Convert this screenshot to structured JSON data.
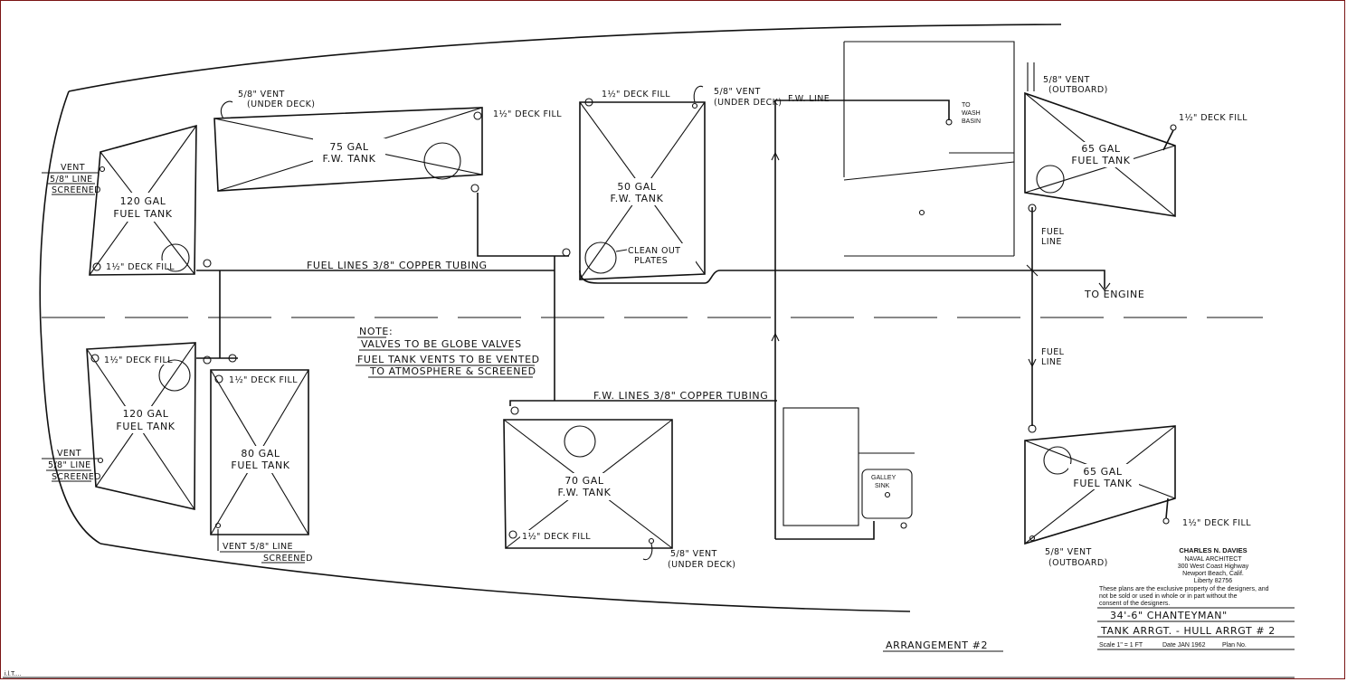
{
  "tanks": {
    "fuel_fwd_stbd": {
      "cap": "120 GAL",
      "type": "FUEL TANK",
      "fill": "1½\" DECK FILL"
    },
    "fw_75": {
      "cap": "75 GAL",
      "type": "F.W. TANK",
      "vent": "5/8\" VENT",
      "vent_sub": "(UNDER DECK)",
      "fill": "1½\" DECK FILL"
    },
    "fw_50": {
      "cap": "50 GAL",
      "type": "F.W. TANK",
      "fill": "1½\" DECK FILL",
      "vent": "5/8\" VENT",
      "vent_sub": "(UNDER DECK)",
      "cleanout": "CLEAN OUT",
      "cleanout2": "PLATES"
    },
    "fuel_aft_stbd": {
      "cap": "65 GAL",
      "type": "FUEL TANK",
      "vent": "5/8\" VENT",
      "vent_sub": "(OUTBOARD)",
      "fill": "1½\" DECK FILL"
    },
    "fuel_fwd_port": {
      "cap": "120 GAL",
      "type": "FUEL TANK",
      "fill": "1½\" DECK FILL"
    },
    "fuel_80": {
      "cap": "80 GAL",
      "type": "FUEL TANK",
      "fill": "1½\" DECK FILL",
      "vent": "VENT 5/8\" LINE",
      "vent_sub": "SCREENED"
    },
    "fw_70": {
      "cap": "70 GAL",
      "type": "F.W. TANK",
      "fill": "1½\" DECK FILL",
      "vent": "5/8\" VENT",
      "vent_sub": "(UNDER DECK)"
    },
    "fuel_aft_port": {
      "cap": "65 GAL",
      "type": "FUEL TANK",
      "vent": "5/8\" VENT",
      "vent_sub": "(OUTBOARD)",
      "fill": "1½\" DECK FILL"
    }
  },
  "vents_fwd": {
    "stbd_l1": "VENT",
    "stbd_l2": "5/8\" LINE",
    "stbd_l3": "SCREENED",
    "port_l1": "VENT",
    "port_l2": "5/8\" LINE",
    "port_l3": "SCREENED"
  },
  "lines": {
    "fuel_main": "FUEL LINES 3/8\" COPPER TUBING",
    "fw_main": "F.W. LINES 3/8\" COPPER TUBING",
    "fw_line": "F.W. LINE",
    "to_wash_l1": "TO",
    "to_wash_l2": "WASH",
    "to_wash_l3": "BASIN",
    "fuel_line_l1": "FUEL",
    "fuel_line_l2": "LINE",
    "to_engine": "TO ENGINE",
    "galley_l1": "GALLEY",
    "galley_l2": "SINK"
  },
  "note": {
    "head": "NOTE:",
    "l1": "VALVES TO BE GLOBE VALVES",
    "l2": "FUEL TANK VENTS TO BE VENTED",
    "l3": "TO ATMOSPHERE & SCREENED"
  },
  "title_block": {
    "name": "CHARLES N. DAVIES",
    "role": "NAVAL ARCHITECT",
    "addr1": "300 West Coast Highway",
    "addr2": "Newport Beach, Calif.",
    "phone": "Liberty 82756",
    "legal1": "These plans are the exclusive property of the designers, and",
    "legal2": "not be sold or used in whole or in part without the",
    "legal3": "consent of the designers.",
    "boat": "34'-6\" CHANTEYMAN\"",
    "drawing": "TANK ARRGT. - HULL ARRGT # 2",
    "scale": "Scale 1\" = 1 FT",
    "date": "Date JAN 1962",
    "plan_no": "Plan No."
  },
  "arrangement": "ARRANGEMENT #2",
  "footer_mark": "i.l.T...."
}
